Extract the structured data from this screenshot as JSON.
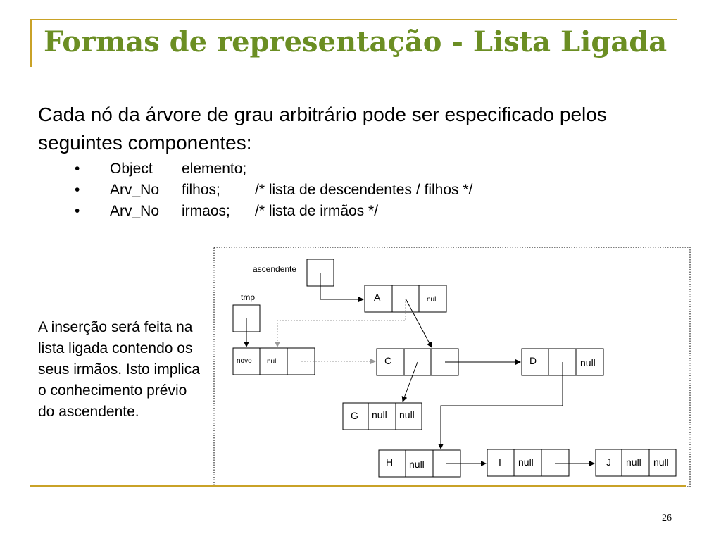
{
  "title": "Formas de representação - Lista Ligada",
  "intro": "Cada nó da árvore de grau arbitrário pode ser especificado pelos seguintes componentes:",
  "bullets": [
    {
      "symbol": "•",
      "type": "Object",
      "name": "elemento;",
      "comment": ""
    },
    {
      "symbol": "•",
      "type": "Arv_No",
      "name": "filhos;",
      "comment": "/* lista de descendentes / filhos */"
    },
    {
      "symbol": "•",
      "type": "Arv_No",
      "name": "irmaos;",
      "comment": "/* lista de irmãos */"
    }
  ],
  "side_text": "A inserção será feita na lista ligada contendo os seus irmãos. Isto implica o conhecimento prévio do ascendente.",
  "page_number": "26",
  "colors": {
    "title": "#6B8E23",
    "accent": "#C9A227"
  },
  "diagram": {
    "labels": {
      "ascendente": "ascendente",
      "tmp": "tmp"
    },
    "nodes": {
      "novo": [
        "novo",
        "null",
        ""
      ],
      "A": [
        "A",
        "",
        "null"
      ],
      "C": [
        "C",
        "",
        ""
      ],
      "D": [
        "D",
        "",
        "null"
      ],
      "G": [
        "G",
        "null",
        "null"
      ],
      "H": [
        "H",
        "null",
        ""
      ],
      "I": [
        "I",
        "null",
        ""
      ],
      "J": [
        "J",
        "null",
        "null"
      ]
    }
  }
}
